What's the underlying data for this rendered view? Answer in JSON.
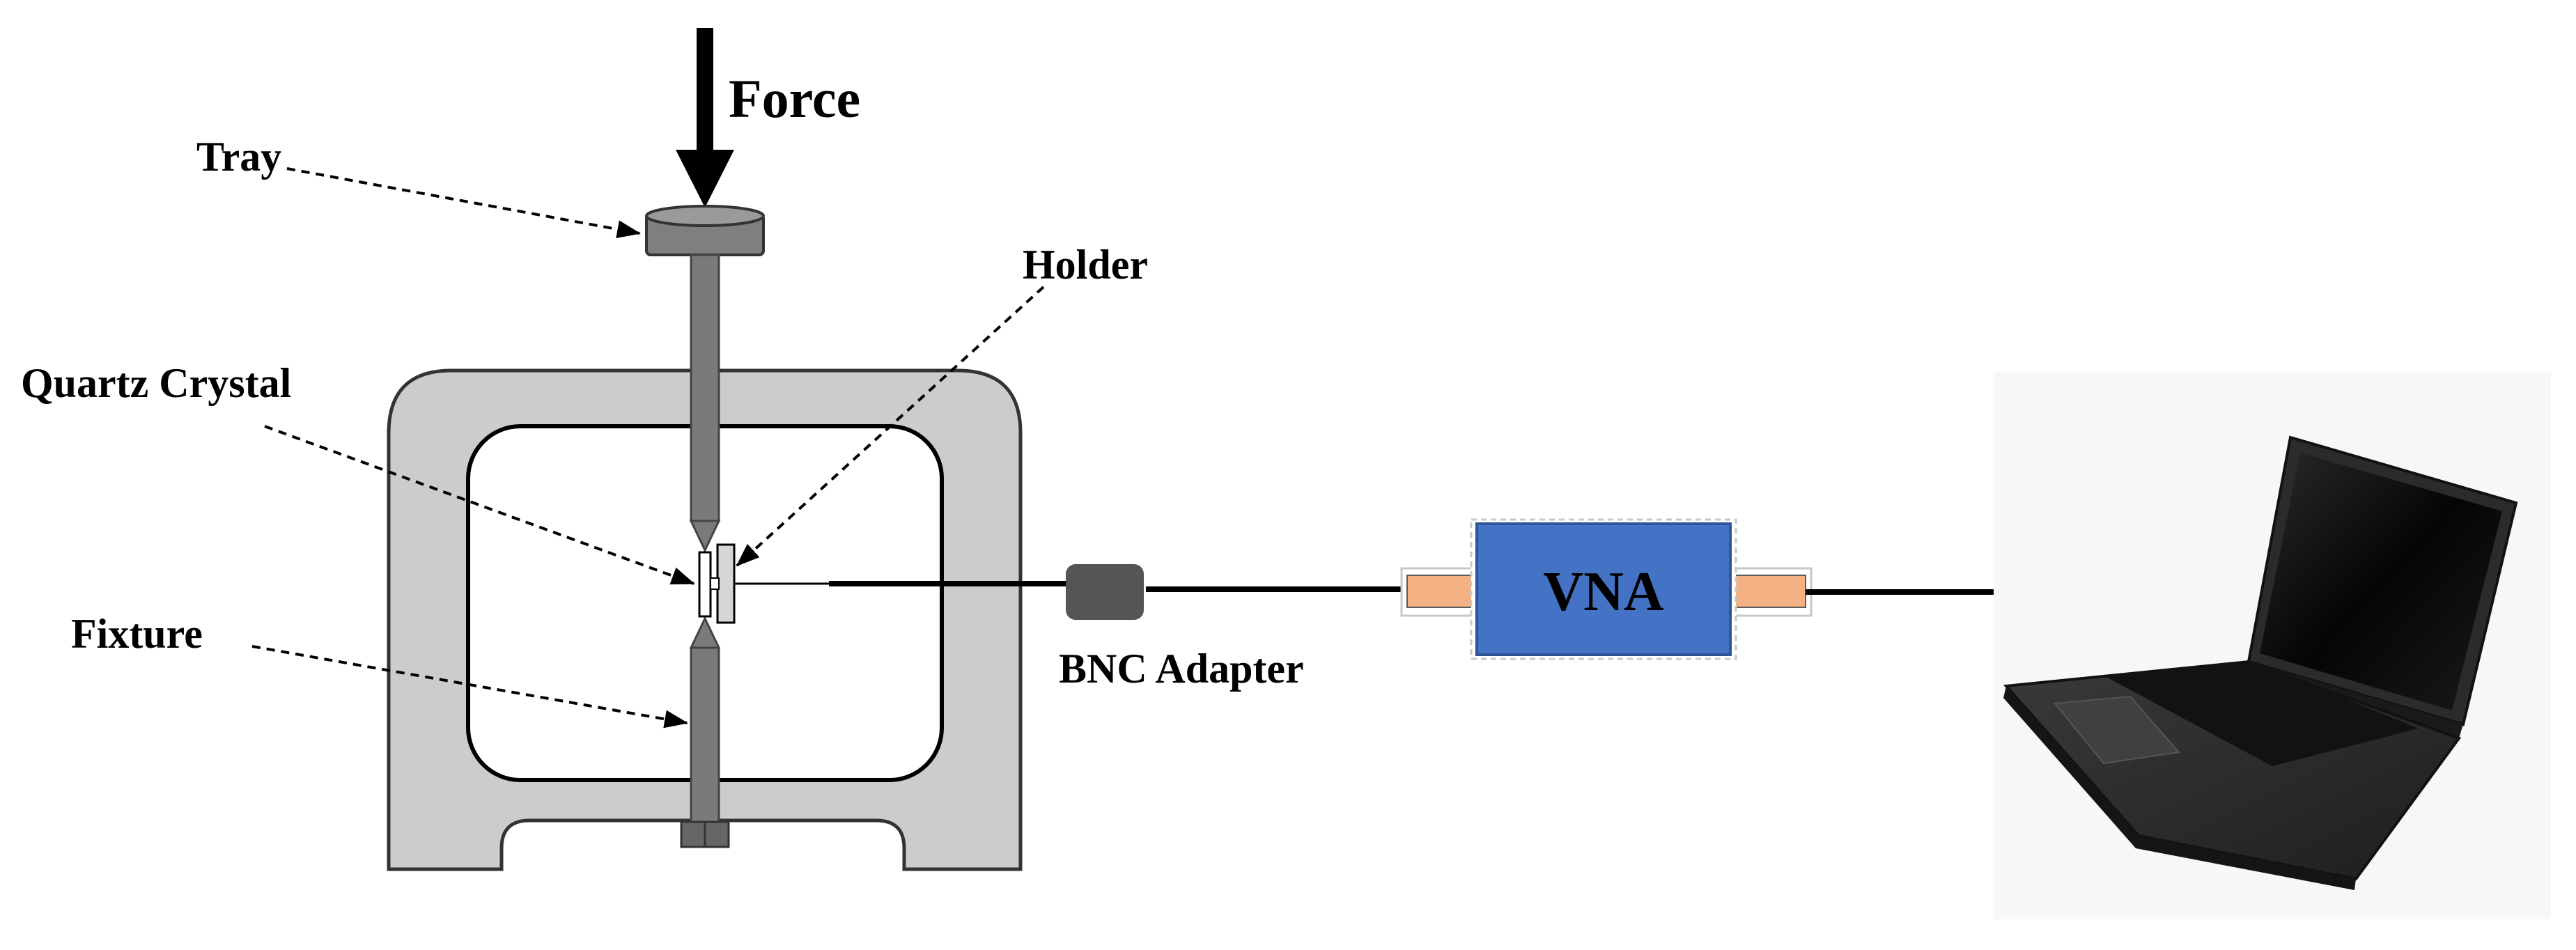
{
  "diagram": {
    "labels": {
      "force": "Force",
      "tray": "Tray",
      "holder": "Holder",
      "quartz_crystal": "Quartz  Crystal",
      "fixture": "Fixture",
      "bnc_adapter": "BNC Adapter",
      "vna": "VNA"
    },
    "colors": {
      "frame_fill": "#cccccc",
      "frame_stroke": "#333333",
      "rod_fill": "#7a7a7a",
      "tray_fill": "#7f7f7f",
      "bnc_fill": "#555555",
      "vna_fill": "#4472c4",
      "vna_port_fill": "#f4b183",
      "laptop_body": "#2b2b2b",
      "laptop_screen": "#0d0d0d",
      "laptop_bg": "#f7f7f7",
      "line": "#000000"
    },
    "icons": {
      "computer": "laptop-icon"
    }
  }
}
